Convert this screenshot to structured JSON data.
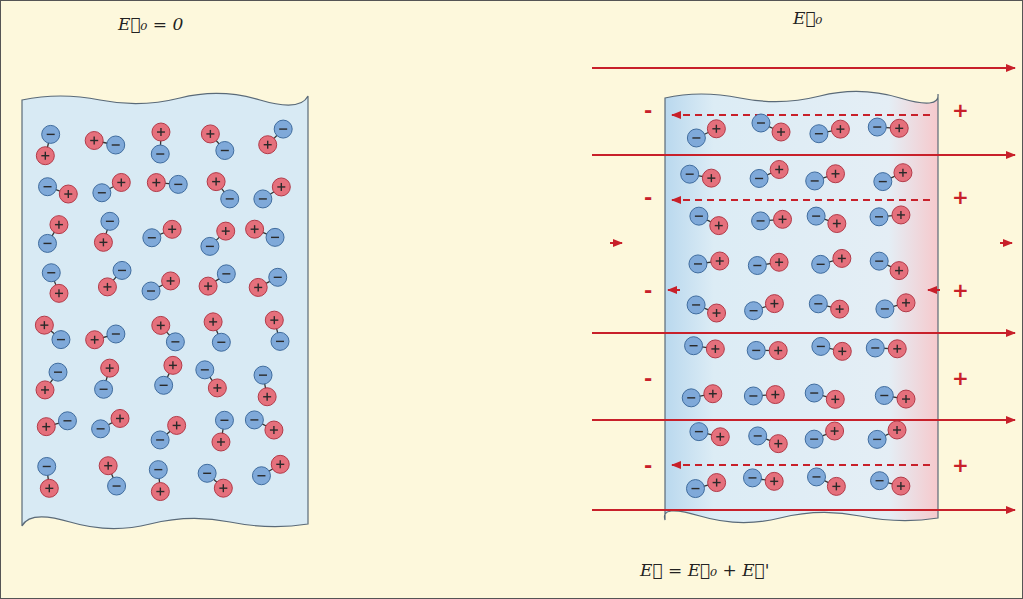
{
  "diagram": {
    "labels": [
      "E⃗₀ = 0",
      "E⃗₀",
      "E⃗ = E⃗₀ + E⃗'",
      "-",
      "-",
      "-",
      "-",
      "-",
      "+",
      "+",
      "+",
      "+",
      "+"
    ]
  }
}
